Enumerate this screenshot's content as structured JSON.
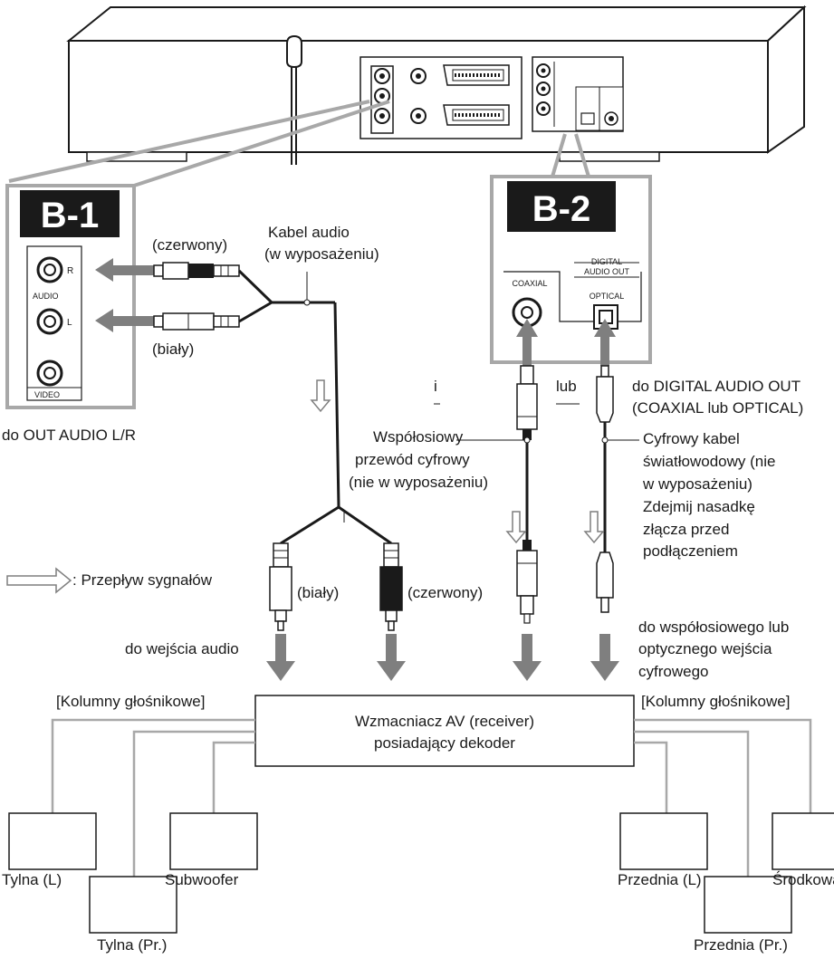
{
  "badges": {
    "b1": "B-1",
    "b2": "B-2"
  },
  "b1_panel": {
    "r": "R",
    "audio": "AUDIO",
    "l": "L",
    "video": "VIDEO"
  },
  "b2_panel": {
    "coaxial": "COAXIAL",
    "digital_line1": "DIGITAL",
    "digital_line2": "AUDIO OUT",
    "optical": "OPTICAL"
  },
  "labels": {
    "cable_audio_1": "Kabel audio",
    "cable_audio_2": "(w wyposażeniu)",
    "red_top": "(czerwony)",
    "white_top": "(biały)",
    "to_out_audio": "do OUT AUDIO L/R",
    "i": "i",
    "lub": "lub",
    "to_digital_1": "do DIGITAL AUDIO OUT",
    "to_digital_2": "(COAXIAL lub OPTICAL)",
    "coax_1": "Współosiowy",
    "coax_2": "przewód cyfrowy",
    "coax_3": "(nie w wyposażeniu)",
    "optical_1": "Cyfrowy kabel",
    "optical_2": "światłowodowy (nie",
    "optical_3": "w wyposażeniu)",
    "optical_4": "Zdejmij nasadkę",
    "optical_5": "złącza przed",
    "optical_6": "podłączeniem",
    "signal_flow": ": Przepływ sygnałów",
    "white_bottom": "(biały)",
    "red_bottom": "(czerwony)",
    "to_audio_input": "do wejścia audio",
    "to_digital_input_1": "do współosiowego lub",
    "to_digital_input_2": "optycznego wejścia",
    "to_digital_input_3": "cyfrowego",
    "speakers_left": "[Kolumny głośnikowe]",
    "speakers_right": "[Kolumny głośnikowe]",
    "amp_1": "Wzmacniacz AV (receiver)",
    "amp_2": "posiadający dekoder"
  },
  "speakers": {
    "rear_left": "Tylna (L)",
    "rear_right": "Tylna (Pr.)",
    "subwoofer": "Subwoofer",
    "front_left": "Przednia (L)",
    "front_right": "Przednia (Pr.)",
    "center": "Środkowa"
  }
}
